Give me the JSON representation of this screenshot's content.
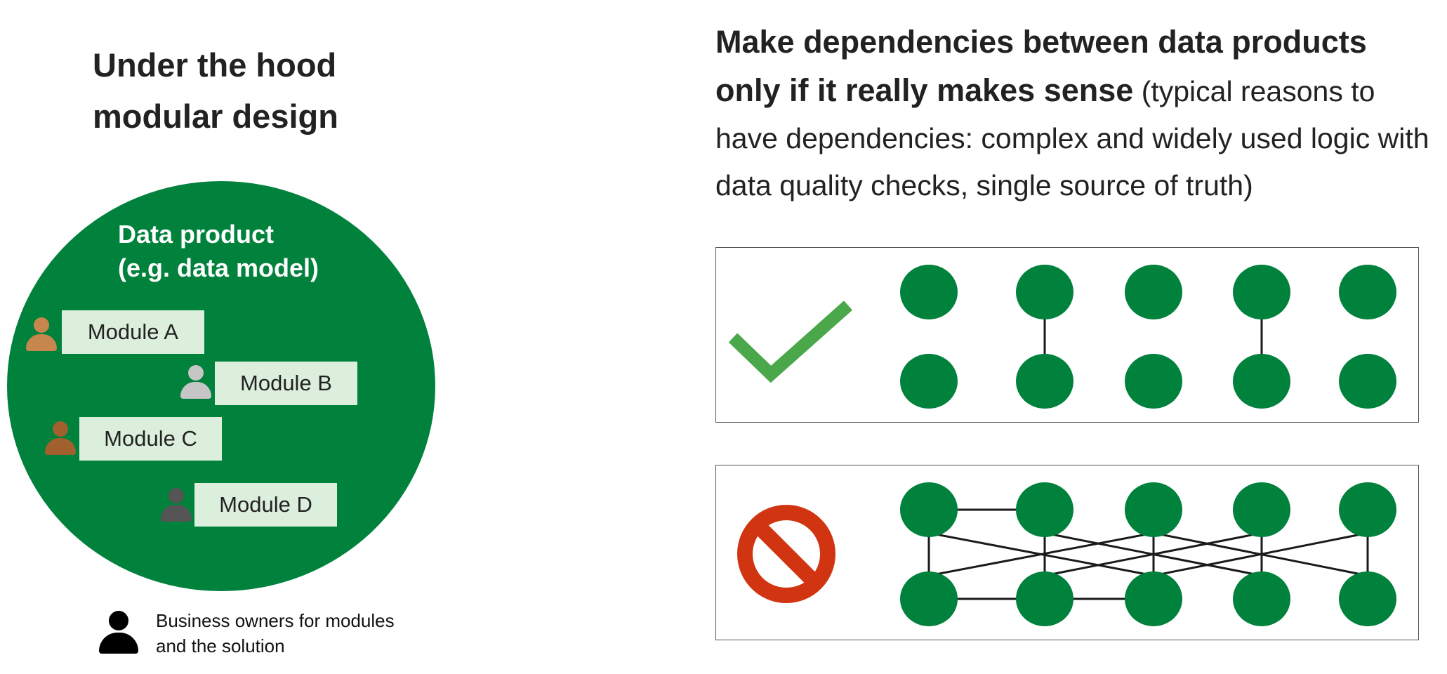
{
  "left": {
    "title_line1": "Under the hood",
    "title_line2": "modular design",
    "data_product_line1": "Data product",
    "data_product_line2": "(e.g. data model)",
    "modules": [
      {
        "label": "Module A",
        "owner_color": "#c8864f"
      },
      {
        "label": "Module B",
        "owner_color": "#c6c6c6"
      },
      {
        "label": "Module C",
        "owner_color": "#a3602f"
      },
      {
        "label": "Module D",
        "owner_color": "#555555"
      }
    ],
    "legend_line1": "Business owners for modules",
    "legend_line2": "and the solution"
  },
  "right": {
    "heading_bold": "Make dependencies between data products only if it really makes sense",
    "heading_normal": " (typical reasons to have dependencies: complex and widely used logic with data quality checks, single source of truth)",
    "good_panel": {
      "icon": "checkmark-icon",
      "dependencies": [
        [
          1,
          1
        ],
        [
          3,
          3
        ]
      ]
    },
    "bad_panel": {
      "icon": "prohibited-icon",
      "dependencies": [
        [
          0,
          0
        ],
        [
          0,
          2
        ],
        [
          1,
          1
        ],
        [
          1,
          3
        ],
        [
          2,
          0
        ],
        [
          2,
          2
        ],
        [
          2,
          4
        ],
        [
          3,
          1
        ],
        [
          3,
          3
        ],
        [
          4,
          2
        ],
        [
          4,
          4
        ]
      ],
      "same_row_links": [
        [
          0,
          1,
          "top"
        ],
        [
          0,
          1,
          "bottom"
        ],
        [
          1,
          2,
          "bottom"
        ]
      ]
    }
  },
  "colors": {
    "green": "#00813c",
    "module_fill": "#dcefdc",
    "check_green": "#4aa84a",
    "prohibit_red": "#d13410"
  }
}
